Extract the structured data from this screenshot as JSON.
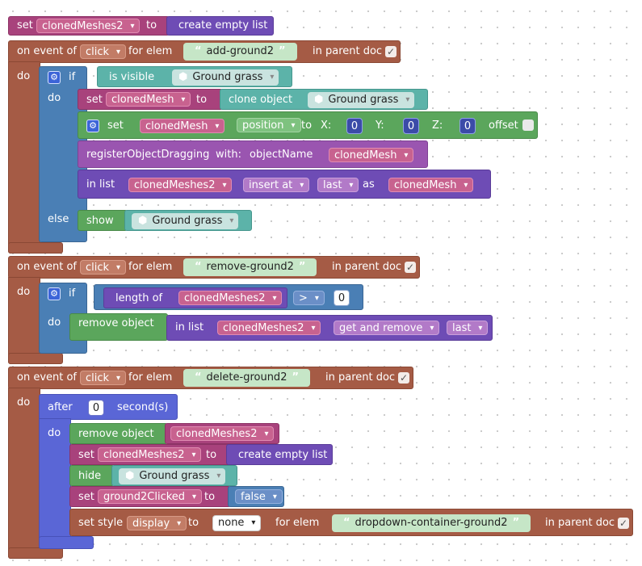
{
  "kw": {
    "set": "set",
    "to": "to",
    "on_event_of": "on event of",
    "for_elem": "for elem",
    "in_parent_doc": "in parent doc",
    "do": "do",
    "if": "if",
    "else": "else",
    "is_visible": "is visible",
    "clone_object": "clone object",
    "x": "X:",
    "y": "Y:",
    "z": "Z:",
    "offset": "offset",
    "register_dragging": "registerObjectDragging",
    "with": "with:",
    "object_name": "objectName",
    "in_list": "in list",
    "as": "as",
    "show": "show",
    "length_of": "length of",
    "remove_object": "remove object",
    "after": "after",
    "seconds": "second(s)",
    "hide": "hide",
    "set_style": "set style",
    "create_empty_list": "create empty list"
  },
  "vars": {
    "cloned_meshes2": "clonedMeshes2",
    "cloned_mesh": "clonedMesh",
    "ground2_clicked": "ground2Clicked",
    "ground_grass": "Ground grass"
  },
  "options": {
    "click": "click",
    "position": "position",
    "insert_at": "insert at",
    "last": "last",
    "gt": ">",
    "get_and_remove": "get and remove",
    "false_val": "false",
    "display": "display",
    "none": "none"
  },
  "strings": {
    "add_ground2": "add-ground2",
    "remove_ground2": "remove-ground2",
    "delete_ground2": "delete-ground2",
    "dropdown_container": "dropdown-container-ground2"
  },
  "numbers": {
    "zero": "0"
  },
  "glyphs": {
    "check": "✓",
    "gear": "⚙",
    "cube": "⬢",
    "quote_open": "“",
    "quote_close": "”"
  }
}
